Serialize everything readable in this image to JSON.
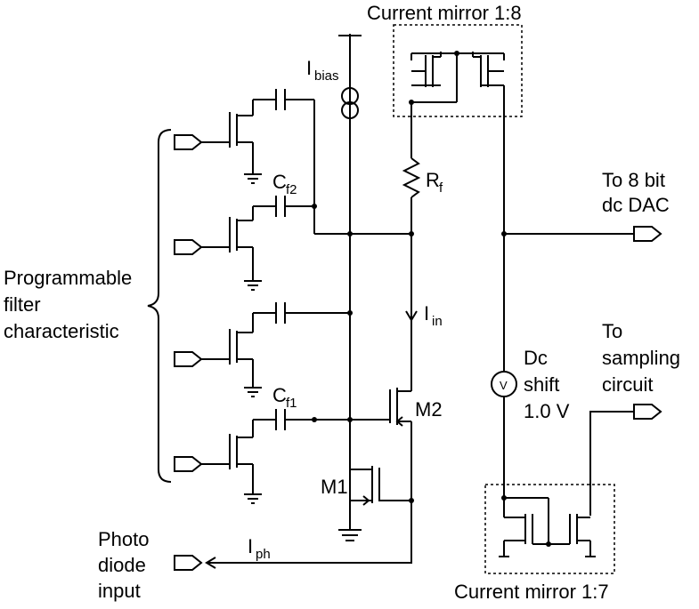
{
  "labels": {
    "current_mirror_top": "Current mirror 1:8",
    "current_mirror_bottom": "Current mirror 1:7",
    "ibias_main": "I",
    "ibias_sub": "bias",
    "rf_main": "R",
    "rf_sub": "f",
    "cf2_main": "C",
    "cf2_sub": "f2",
    "cf1_main": "C",
    "cf1_sub": "f1",
    "iin_main": "I",
    "iin_sub": "in",
    "iph_main": "I",
    "iph_sub": "ph",
    "m1": "M1",
    "m2": "M2",
    "dac_line1": "To 8 bit",
    "dac_line2": "dc DAC",
    "sampling_line1": "To",
    "sampling_line2": "sampling",
    "sampling_line3": "circuit",
    "dc_line1": "Dc",
    "dc_line2": "shift",
    "dc_line3": "1.0 V",
    "voltmeter_symbol": "V",
    "filter_line1": "Programmable",
    "filter_line2": "filter",
    "filter_line3": "characteristic",
    "photo_line1": "Photo",
    "photo_line2": "diode",
    "photo_line3": "input"
  }
}
